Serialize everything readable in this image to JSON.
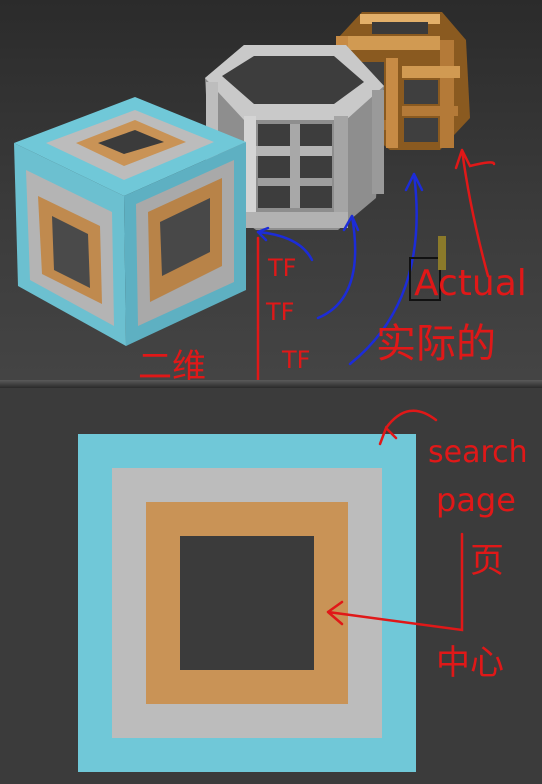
{
  "annotations": {
    "two_d": "二维",
    "tf_1": "TF",
    "tf_2": "TF",
    "tf_3": "TF",
    "actual": "Actual",
    "actual_cn": "实际的",
    "search": "search",
    "page": "page",
    "ye": "页",
    "center": "中心"
  },
  "colors": {
    "cyan": "#70c8d8",
    "gray": "#bcbcbc",
    "orange": "#c99356",
    "dark": "#3b3b3b",
    "annotation_red": "#e01818",
    "annotation_blue": "#1c2cd8"
  }
}
